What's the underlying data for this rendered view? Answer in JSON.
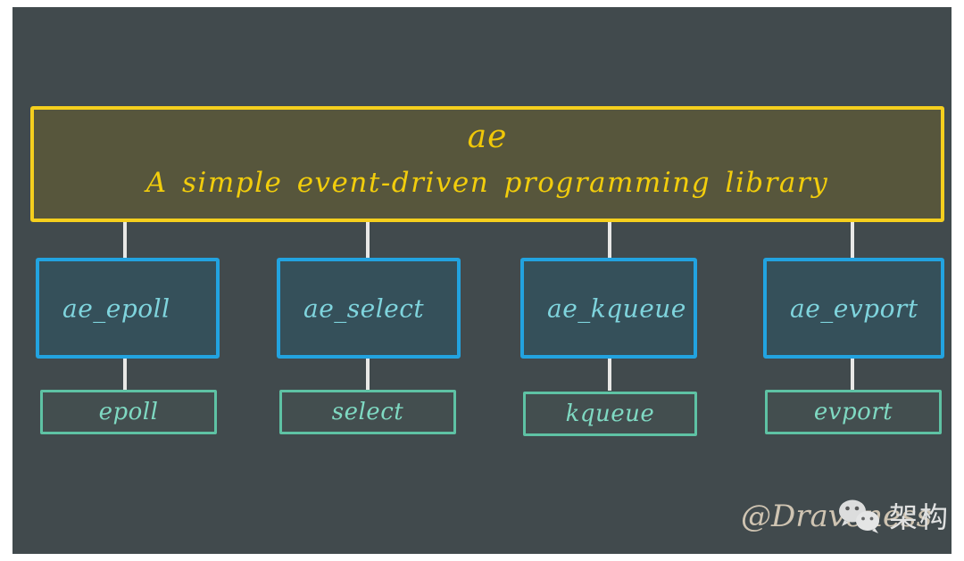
{
  "canvas": {
    "background_color": "#414a4d",
    "page_background": "#ffffff"
  },
  "header": {
    "title": "ae",
    "subtitle": "A simple event-driven programming library",
    "fill_color": "#57563c",
    "border_color": "#f5cf1e",
    "text_color": "#f0c808"
  },
  "columns": [
    {
      "impl_label": "ae_epoll",
      "api_label": "epoll"
    },
    {
      "impl_label": "ae_select",
      "api_label": "select"
    },
    {
      "impl_label": "ae_kqueue",
      "api_label": "kqueue"
    },
    {
      "impl_label": "ae_evport",
      "api_label": "evport"
    }
  ],
  "styles": {
    "impl_border_color": "#22a3e0",
    "impl_fill_color": "#35505a",
    "impl_text_color": "#7fd4dd",
    "api_border_color": "#5ec2a4",
    "api_text_color": "#7fd9c2",
    "connector_color": "#e8e8e6"
  },
  "watermark": {
    "handle": "@Draveness",
    "wechat_icon": "wechat-icon",
    "chinese_label": "架构师"
  }
}
